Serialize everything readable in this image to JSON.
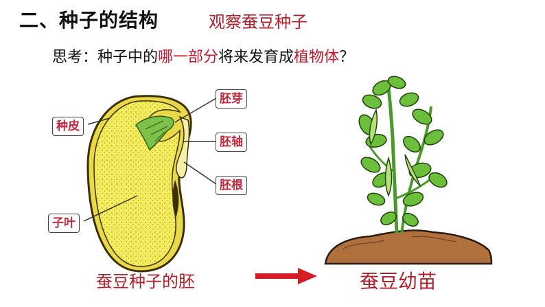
{
  "title": "二、种子的结构",
  "subtitle": "观察蚕豆种子",
  "question": {
    "prefix": "思考：种子中的",
    "highlight1": "哪一部分",
    "middle": "将来发育成",
    "highlight2": "植物体",
    "suffix": "？"
  },
  "labels": {
    "peiya": "胚芽",
    "zhongpi": "种皮",
    "peizhou": "胚轴",
    "peigen": "胚根",
    "ziye": "子叶"
  },
  "captions": {
    "left": "蚕豆种子的胚",
    "right": "蚕豆幼苗"
  },
  "colors": {
    "red": "#c4162a",
    "seed": "#f2e95a",
    "leaf": "#6cbf3a",
    "soil": "#a8643a"
  }
}
